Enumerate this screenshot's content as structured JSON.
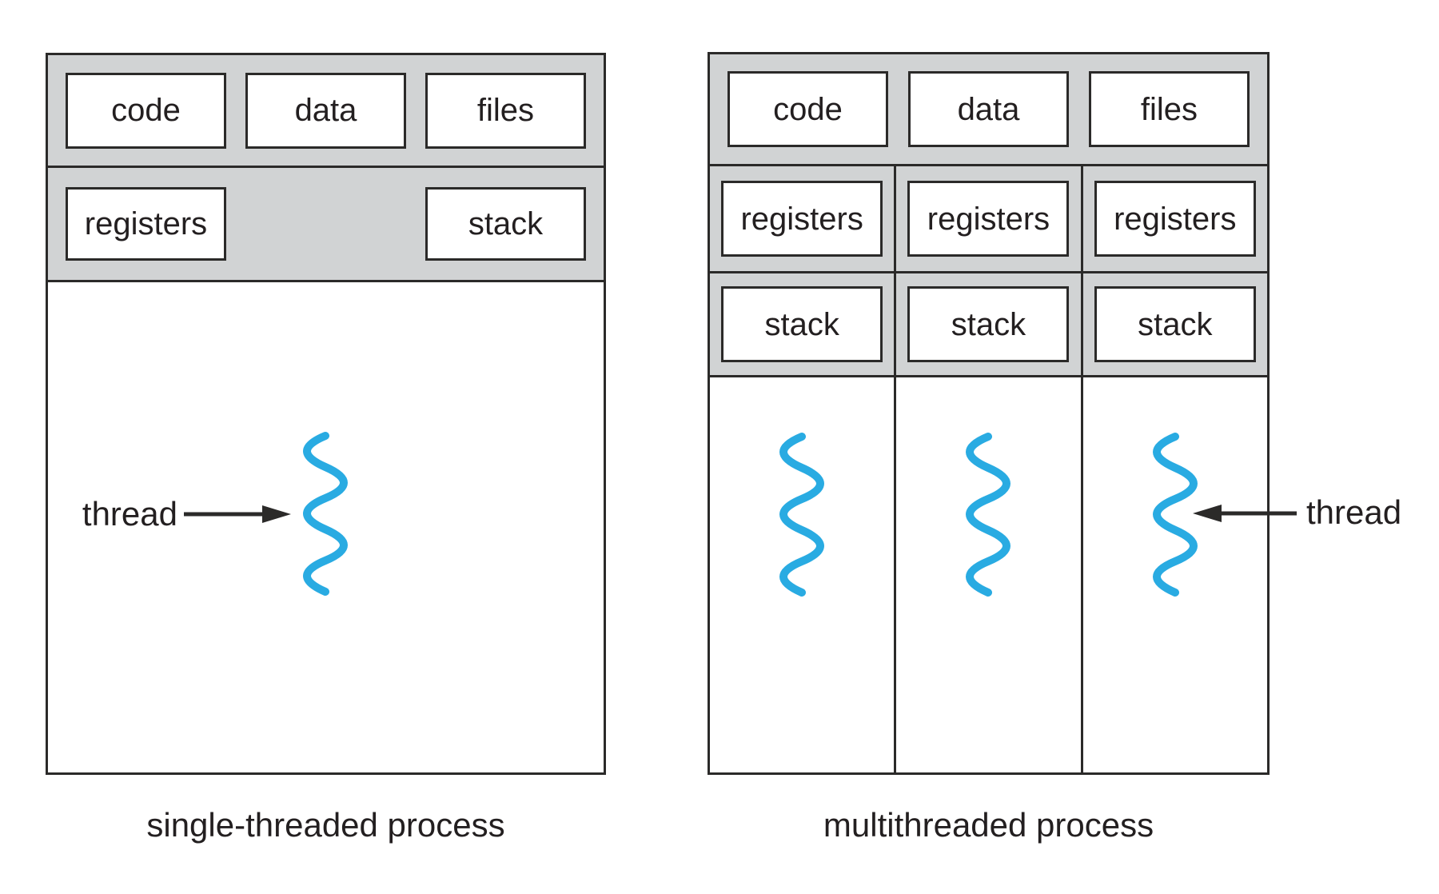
{
  "figure": {
    "colors": {
      "section_gray": "#d1d3d4",
      "line": "#2b2a29",
      "text": "#231f20",
      "thread_blue": "#29abe2",
      "background": "#ffffff"
    },
    "left": {
      "caption": "single-threaded process",
      "top_row": [
        "code",
        "data",
        "files"
      ],
      "mid_row": [
        "registers",
        "stack"
      ],
      "thread_label": "thread"
    },
    "right": {
      "caption": "multithreaded process",
      "top_row": [
        "code",
        "data",
        "files"
      ],
      "columns": [
        {
          "registers": "registers",
          "stack": "stack"
        },
        {
          "registers": "registers",
          "stack": "stack"
        },
        {
          "registers": "registers",
          "stack": "stack"
        }
      ],
      "thread_label": "thread"
    }
  }
}
